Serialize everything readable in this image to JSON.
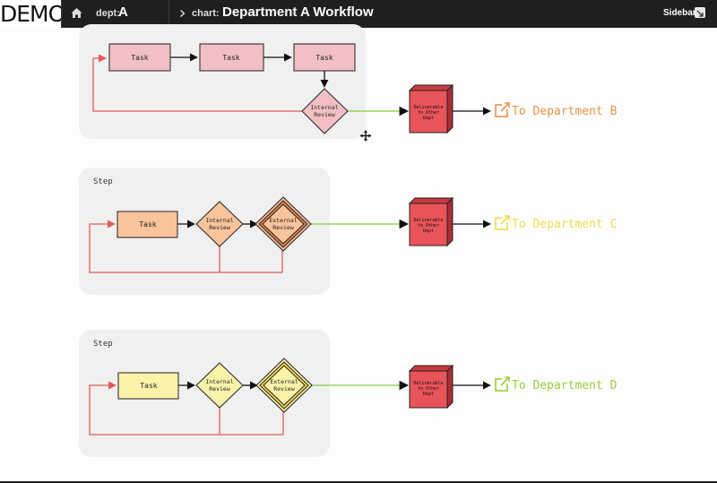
{
  "header": {
    "logo": "DEMO",
    "dept_key": "dept:",
    "dept_value": "A",
    "chart_key": "chart:",
    "chart_value": "Department A Workflow",
    "sidebar_label": "Sidebar"
  },
  "workflows": [
    {
      "step_label": "",
      "tasks": [
        "Task",
        "Task",
        "Task"
      ],
      "internal_review": [
        "Internal",
        "Review"
      ],
      "deliverable": [
        "Deliverable",
        "to Other",
        "Dept"
      ],
      "destination": "To Department B",
      "dest_color": "#e8944a"
    },
    {
      "step_label": "Step",
      "tasks": [
        "Task"
      ],
      "internal_review": [
        "Internal",
        "Review"
      ],
      "external_review": [
        "External",
        "Review"
      ],
      "deliverable": [
        "Deliverable",
        "to Other",
        "Dept"
      ],
      "destination": "To Department C",
      "dest_color": "#f2dc4e"
    },
    {
      "step_label": "Step",
      "tasks": [
        "Task"
      ],
      "internal_review": [
        "Internal",
        "Review"
      ],
      "external_review": [
        "External",
        "Review"
      ],
      "deliverable": [
        "Deliverable",
        "to Other",
        "Dept"
      ],
      "destination": "To Department D",
      "dest_color": "#9acd3c"
    }
  ],
  "colors": {
    "task_pink": "#f2bfc4",
    "task_orange": "#f9c39b",
    "task_yellow": "#fbf2aa",
    "deliverable_red": "#e9545a",
    "loop_red": "#e05a5a",
    "flow_green": "#9ad45a"
  }
}
